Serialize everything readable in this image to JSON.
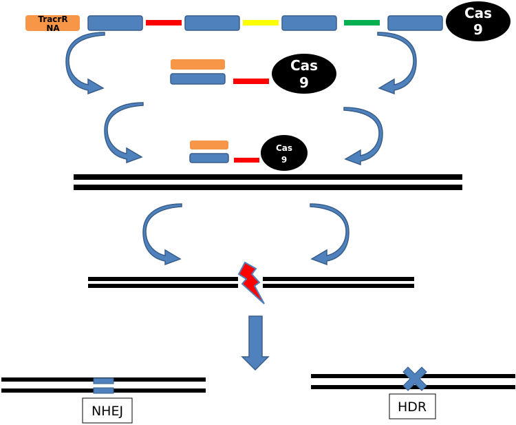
{
  "labels": {
    "tracr_line1": "TracrR",
    "tracr_line2": "NA",
    "cas_line1": "Cas",
    "cas_line2": "9",
    "nhej": "NHEJ",
    "hdr": "HDR"
  },
  "colors": {
    "repeat_blue": "#4f81bd",
    "tracr_orange": "#f79646",
    "spacer_red": "#ff0000",
    "spacer_yellow": "#ffff00",
    "spacer_green": "#00b050",
    "dna_black": "#000000",
    "cas9_fill": "#000000",
    "cas9_text": "#ffffff"
  },
  "icons": {
    "curved_arrow": "curved-arrow-icon",
    "down_arrow": "down-arrow-icon",
    "break": "lightning-bolt-icon",
    "insertion": "block-insertion-icon",
    "cross": "x-mark-icon"
  }
}
